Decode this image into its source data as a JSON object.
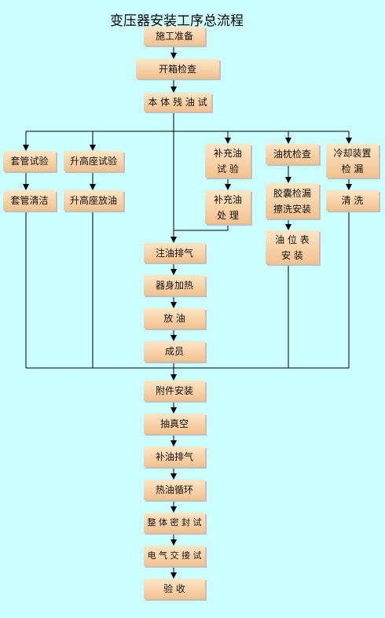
{
  "title": "变压器安装工序总流程",
  "steps": {
    "s1": "施工准备",
    "s2": "开箱检查",
    "s3": "本 体 残 油 试",
    "a1": "套管试验",
    "a2": "套管清洁",
    "b1": "升高座试验",
    "b2": "升高座放油",
    "c1": "补充油\n试  验",
    "c2": "补充油\n处  理",
    "d1": "油枕检查",
    "d2": "胶囊检漏\n擦洗安装",
    "d3": "油 位 表\n安    装",
    "e1": "冷却装置\n检    漏",
    "e2": "清    洗",
    "m1": "注油排气",
    "m2": "器身加热",
    "m3": "放      油",
    "m4": "成员",
    "n1": "附件安装",
    "n2": "抽真空",
    "n3": "补油排气",
    "n4": "热油循环",
    "n5": "整 体 密 封 试",
    "n6": "电 气 交 接 试",
    "n7": "验  收"
  }
}
